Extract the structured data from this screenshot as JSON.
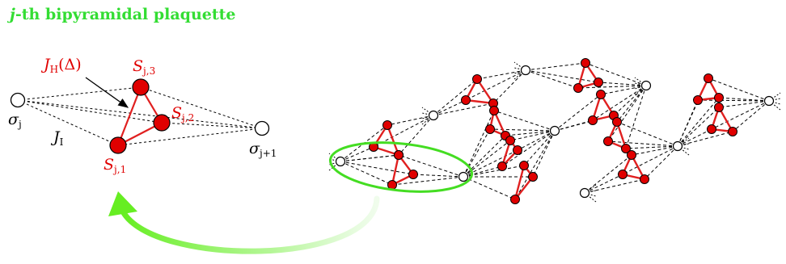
{
  "title": {
    "prefix": "j",
    "rest": "-th bipyramidal plaquette"
  },
  "labels": {
    "jh_main": "J",
    "jh_sub": "H",
    "jh_arg": "(Δ)",
    "s3_main": "S",
    "s3_sub": "j,3",
    "s2_main": "S",
    "s2_sub": "j,2",
    "s1_main": "S",
    "s1_sub": "j,1",
    "sigma_j_main": "σ",
    "sigma_j_sub": "j",
    "sigma_j1_main": "σ",
    "sigma_j1_sub": "j+1",
    "ji_main": "J",
    "ji_sub": "I"
  },
  "colors": {
    "title": "#33dd33",
    "spin_red": "#e00000",
    "triangle_edge": "#e02020",
    "highlight_ellipse": "#44dd22",
    "arrow_green": "#55ee22",
    "dashed": "#000000"
  }
}
